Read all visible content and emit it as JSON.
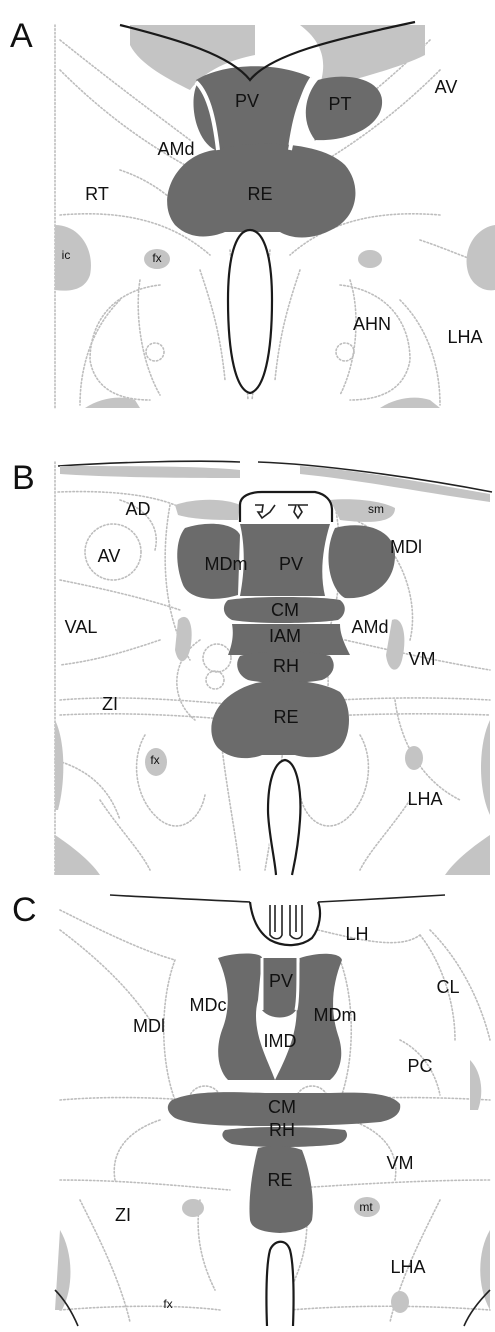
{
  "panels": {
    "a": {
      "letter": "A",
      "labels": {
        "pv": "PV",
        "pt": "PT",
        "av": "AV",
        "amd": "AMd",
        "rt": "RT",
        "re": "RE",
        "ic": "ic",
        "fx": "fx",
        "ahn": "AHN",
        "lha": "LHA"
      }
    },
    "b": {
      "letter": "B",
      "labels": {
        "ad": "AD",
        "sm": "sm",
        "av": "AV",
        "mdm": "MDm",
        "pv": "PV",
        "mdl": "MDl",
        "val": "VAL",
        "cm": "CM",
        "iam": "IAM",
        "amd": "AMd",
        "rh": "RH",
        "vm": "VM",
        "zi": "ZI",
        "re": "RE",
        "fx": "fx",
        "lha": "LHA"
      }
    },
    "c": {
      "letter": "C",
      "labels": {
        "lh": "LH",
        "pv": "PV",
        "cl": "CL",
        "mdc": "MDc",
        "mdm": "MDm",
        "mdl": "MDl",
        "imd": "IMD",
        "pc": "PC",
        "cm": "CM",
        "rh": "RH",
        "vm": "VM",
        "re": "RE",
        "mt": "mt",
        "zi": "ZI",
        "lha": "LHA",
        "fx": "fx"
      }
    }
  },
  "colors": {
    "dark_region": "#6b6b6b",
    "light_region": "#c4c4c4",
    "outline": "#1a1a1a",
    "boundary": "#bdbdbd"
  }
}
